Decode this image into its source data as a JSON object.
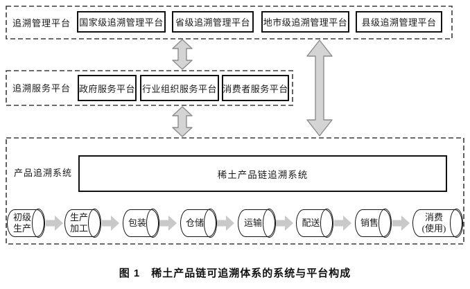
{
  "management": {
    "label": "追溯管理平台",
    "boxes": [
      "国家级追溯管理平台",
      "省级追溯管理平台",
      "地市级追溯管理平台",
      "县级追溯管理平台"
    ]
  },
  "service": {
    "label": "追溯服务平台",
    "boxes": [
      "政府服务平台",
      "行业组织服务平台",
      "消费者服务平台"
    ]
  },
  "product": {
    "label": "产品追溯系统",
    "system_box": "稀土产品链追溯系统",
    "chain": [
      {
        "line1": "初级",
        "line2": "生产"
      },
      {
        "line1": "生产",
        "line2": "加工"
      },
      {
        "line1": "包装"
      },
      {
        "line1": "仓储"
      },
      {
        "line1": "运输"
      },
      {
        "line1": "配送"
      },
      {
        "line1": "销售"
      },
      {
        "line1": "消费",
        "line2": "(使用)"
      }
    ]
  },
  "figure": {
    "caption": "图 1　稀土产品链可追溯体系的系统与平台构成"
  },
  "colors": {
    "v_arrow_fill": "#d4d4d4",
    "v_arrow_stroke": "#8c8c8c",
    "chain_arrow_fill": "#c9c9c9",
    "border": "#111111"
  }
}
